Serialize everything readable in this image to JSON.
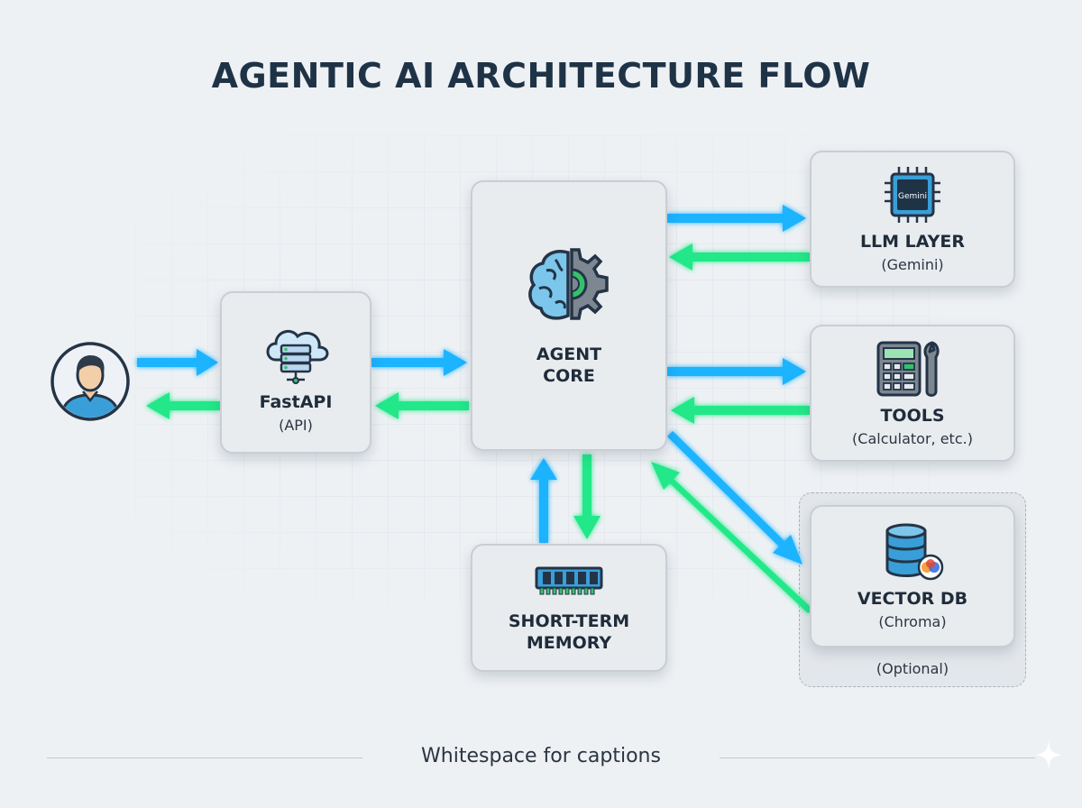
{
  "title": "AGENTIC AI ARCHITECTURE FLOW",
  "colors": {
    "request_arrow": "#1fb3ff",
    "response_arrow": "#22e889",
    "accent_green": "#34c26a",
    "icon_dark": "#243447",
    "icon_blue": "#3a9fd8"
  },
  "nodes": {
    "user": {
      "icon": "user-avatar-icon"
    },
    "fastapi": {
      "label": "FastAPI",
      "sub": "(API)",
      "icon": "cloud-server-icon"
    },
    "agent_core": {
      "label_line1": "AGENT",
      "label_line2": "CORE",
      "icon": "brain-gear-icon"
    },
    "memory": {
      "label_line1": "SHORT-TERM",
      "label_line2": "MEMORY",
      "icon": "ram-chip-icon"
    },
    "llm": {
      "label": "LLM LAYER",
      "sub": "(Gemini)",
      "chip_text": "Gemini",
      "icon": "cpu-chip-icon"
    },
    "tools": {
      "label": "TOOLS",
      "sub": "(Calculator, etc.)",
      "icon": "calculator-wrench-icon"
    },
    "vector_db": {
      "label": "VECTOR DB",
      "sub": "(Chroma)",
      "icon": "database-icon",
      "optional_note": "(Optional)"
    }
  },
  "caption": "Whitespace for captions"
}
